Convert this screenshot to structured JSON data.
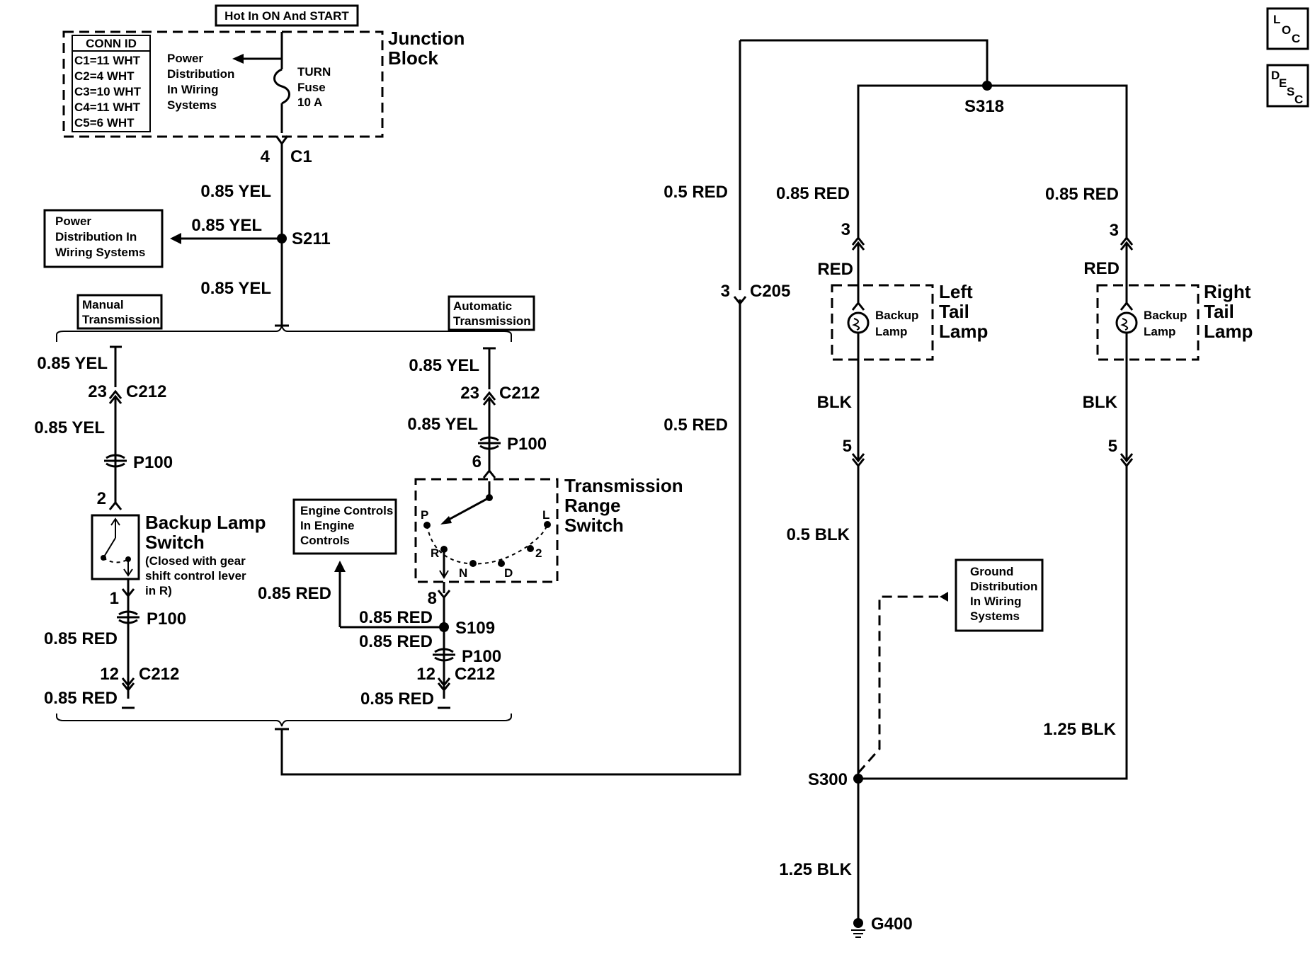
{
  "header": {
    "hot_in": "Hot In ON And START"
  },
  "junction_block": {
    "label_line1": "Junction",
    "label_line2": "Block",
    "conn_id_title": "CONN ID",
    "conn_ids": [
      "C1=11 WHT",
      "C2=4 WHT",
      "C3=10 WHT",
      "C4=11 WHT",
      "C5=6 WHT"
    ],
    "power_ref": [
      "Power",
      "Distribution",
      "In Wiring",
      "Systems"
    ],
    "fuse": [
      "TURN",
      "Fuse",
      "10 A"
    ]
  },
  "connectors": {
    "c1_pin": "4",
    "c1": "C1",
    "c205_pin": "3",
    "c205": "C205",
    "c212_pin_23": "23",
    "c212": "C212",
    "c212_pin_12": "12",
    "p100": "P100",
    "p100_pin_2": "2",
    "p100_pin_1": "1",
    "p100_pin_6": "6",
    "trs_pin_8": "8",
    "lamp_pin_3": "3",
    "lamp_pin_5": "5"
  },
  "splices": {
    "s211": "S211",
    "s318": "S318",
    "s109": "S109",
    "s300": "S300",
    "g400": "G400"
  },
  "wires": {
    "yel085": "0.85 YEL",
    "red085": "0.85 RED",
    "red05": "0.5 RED",
    "red": "RED",
    "blk": "BLK",
    "blk05": "0.5 BLK",
    "blk125": "1.25 BLK"
  },
  "refs": {
    "power_dist": [
      "Power",
      "Distribution In",
      "Wiring Systems"
    ],
    "manual": [
      "Manual",
      "Transmission"
    ],
    "automatic": [
      "Automatic",
      "Transmission"
    ],
    "engine_controls": [
      "Engine Controls",
      "In Engine",
      "Controls"
    ],
    "ground_dist": [
      "Ground",
      "Distribution",
      "In Wiring",
      "Systems"
    ]
  },
  "components": {
    "backup_switch": [
      "Backup Lamp",
      "Switch"
    ],
    "backup_switch_note": [
      "(Closed with gear",
      "shift control lever",
      "in R)"
    ],
    "trs": [
      "Transmission",
      "Range",
      "Switch"
    ],
    "trs_positions": [
      "P",
      "R",
      "N",
      "D",
      "2",
      "L"
    ],
    "backup_lamp": [
      "Backup",
      "Lamp"
    ],
    "left_tail": [
      "Left",
      "Tail",
      "Lamp"
    ],
    "right_tail": [
      "Right",
      "Tail",
      "Lamp"
    ]
  },
  "nav": {
    "loc": [
      "L",
      "O",
      "C"
    ],
    "desc": [
      "D",
      "E",
      "S",
      "C"
    ]
  }
}
